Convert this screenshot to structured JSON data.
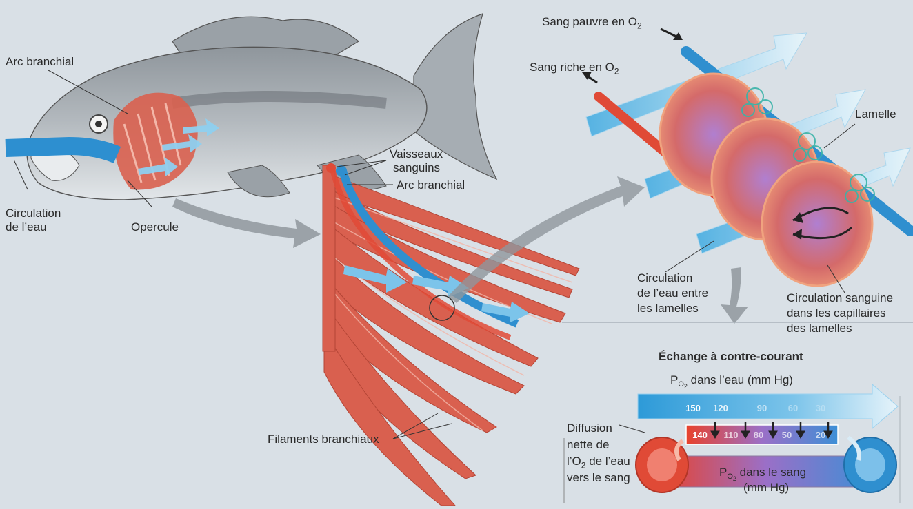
{
  "labels": {
    "arc_branchial_top": "Arc branchial",
    "circulation_eau_1": "Circulation",
    "circulation_eau_2": "de l’eau",
    "opercule": "Opercule",
    "vaisseaux_1": "Vaisseaux",
    "vaisseaux_2": "sanguins",
    "arc_branchial_mid": "Arc branchial",
    "filaments": "Filaments branchiaux",
    "sang_pauvre": "Sang pauvre en O",
    "sang_riche": "Sang riche en O",
    "subscript_2": "2",
    "lamelle": "Lamelle",
    "circ_eau_lamelles_1": "Circulation",
    "circ_eau_lamelles_2": "de l’eau entre",
    "circ_eau_lamelles_3": "les lamelles",
    "circ_sang_1": "Circulation sanguine",
    "circ_sang_2": "dans les capillaires",
    "circ_sang_3": "des lamelles",
    "echange_title": "Échange à contre-courant",
    "po2_eau_p": "P",
    "po2_eau_rest": " dans l’eau (mm Hg)",
    "po2_sang_p": "P",
    "po2_sang_rest": " dans le sang",
    "po2_sang_unit": "(mm Hg)",
    "po2_sub": "O",
    "diffusion_1": "Diffusion",
    "diffusion_2": "nette de",
    "diffusion_3a": "l’O",
    "diffusion_3b": " de l’eau",
    "diffusion_4": "vers le sang"
  },
  "water_values": [
    "150",
    "120",
    "90",
    "60",
    "30"
  ],
  "blood_values": [
    "140",
    "110",
    "80",
    "50",
    "20"
  ],
  "colors": {
    "background": "#d9e0e6",
    "water_blue": "#5bb6e6",
    "water_light": "#cfe7f4",
    "blood_red": "#e04a36",
    "blood_blue": "#2f8fcf",
    "gill_red": "#d9604f"
  }
}
